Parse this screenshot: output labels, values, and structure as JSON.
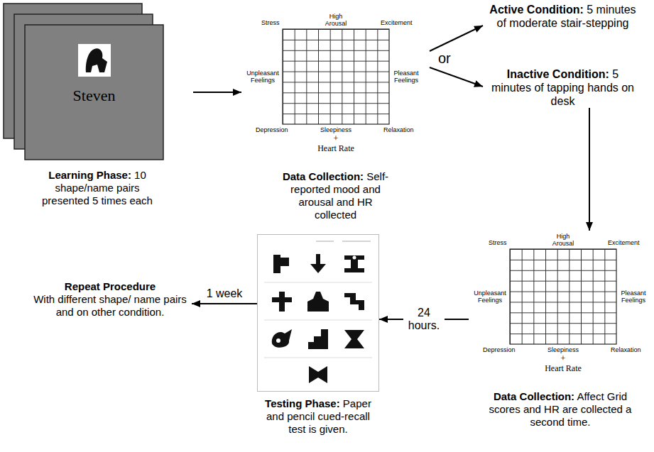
{
  "diagram": {
    "nodes": [
      {
        "text": [
          "Steven",
          "Learning Phase:",
          "10 shape/name pairs presented 5 times each"
        ]
      },
      {
        "text": [
          "Stress",
          "High Arousal",
          "Excitement",
          "Unpleasant Feelings",
          "Pleasant Feelings",
          "Depression",
          "Sleepiness",
          "Relaxation",
          "+",
          "Heart Rate",
          "Data Collection:",
          "Self-reported mood and arousal and HR collected"
        ]
      },
      {
        "text": [
          "Active Condition:",
          "5 minutes of moderate stair-stepping"
        ]
      },
      {
        "text": [
          "Inactive Condition:",
          "5 minutes of tapping hands on desk"
        ]
      },
      {
        "text": [
          "Stress",
          "High Arousal",
          "Excitement",
          "Unpleasant Feelings",
          "Pleasant Feelings",
          "Depression",
          "Sleepiness",
          "Relaxation",
          "+",
          "Heart Rate",
          "Data Collection:",
          "Affect Grid scores and HR are collected a second time."
        ]
      },
      {
        "text": [
          "Testing Phase:",
          "Paper and pencil cued-recall test is given."
        ]
      },
      {
        "text": [
          "Repeat Procedure",
          "With different shape/ name pairs and on other condition."
        ]
      }
    ],
    "edges": [
      {
        "from": 0,
        "to": 1,
        "arrow": "to"
      },
      {
        "from": 1,
        "to": 2,
        "arrow": "to"
      },
      {
        "from": 1,
        "to": 3,
        "arrow": "to"
      },
      {
        "from": 3,
        "to": 4,
        "arrow": "to"
      },
      {
        "from": 4,
        "to": 5,
        "label": "24 hours.",
        "arrow": "to"
      },
      {
        "from": 5,
        "to": 6,
        "label": "1 week",
        "arrow": "to"
      }
    ],
    "labels": [
      "or"
    ]
  }
}
